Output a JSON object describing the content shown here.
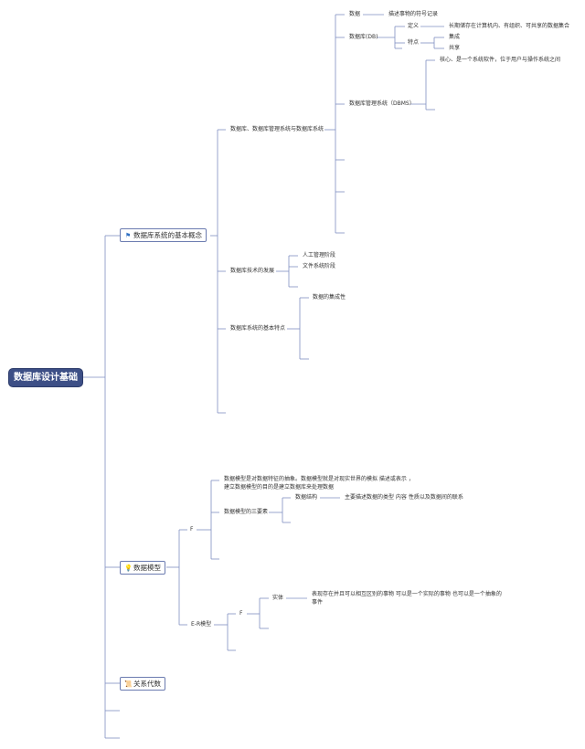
{
  "root": "数据库设计基础",
  "topics": {
    "concepts": "数据库系统的基本概念",
    "models": "数据模型",
    "relational": "关系代数"
  },
  "icons": {
    "concepts": "flag-icon",
    "models": "bulb-icon",
    "relational": "scroll-icon"
  },
  "nodes": {
    "db_dbms_dbs": "数据库、数据库管理系统与数据库系统",
    "data": "数据",
    "data_desc": "描述事物的符号记录",
    "db": "数据库(DB)",
    "definition": "定义",
    "definition_desc": "长期储存在计算机内、有组织、可共享的数据集合",
    "features": "特点",
    "integrated": "集成",
    "shared": "共享",
    "dbms": "数据库管理系统（DBMS）",
    "dbms_desc": "核心、是一个系统软件，位于用户与操作系统之间",
    "dev": "数据库技术的发展",
    "manual": "人工管理阶段",
    "filesys": "文件系统阶段",
    "features2": "数据库系统的基本特点",
    "integration": "数据的集成性",
    "f1": "F",
    "model_desc": "数据模型是对数据特征的抽象。数据模型就是对现实世界的模拟 描述或表示 ，建立数据模型的目的是建立数据库来处理数据",
    "three": "数据模型的三要素",
    "structure": "数据结构",
    "structure_desc": "主要描述数据的类型 内容 性质以及数据间的联系",
    "er": "E-R模型",
    "f2": "F",
    "entity": "实体",
    "entity_desc": "表现存在并且可以相互区别的事物 可以是一个实际的事物 也可以是一个抽象的事件"
  },
  "colors": {
    "root_bg": "#3d4f86",
    "line": "#7f8fc2",
    "topic_border": "#6b7bb0"
  }
}
